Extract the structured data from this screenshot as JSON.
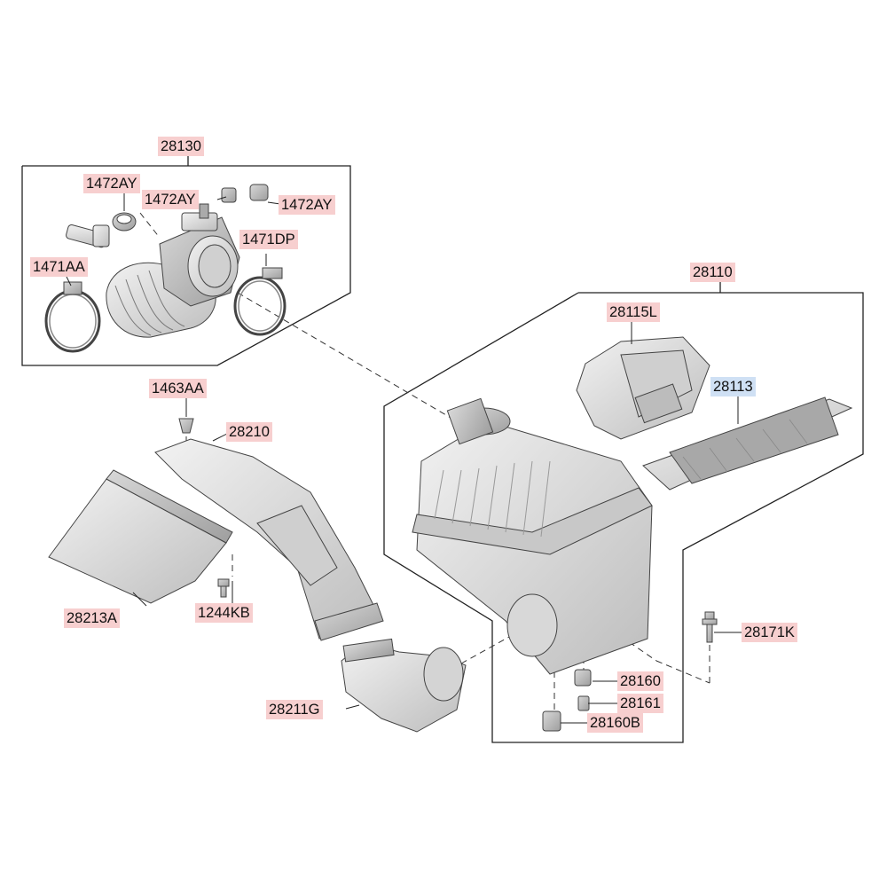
{
  "diagram": {
    "highlight_colors": {
      "part_label": "#f7cfcf",
      "selected_part_label": "#cfe0f4"
    },
    "callouts": [
      {
        "id": "28130",
        "text": "28130",
        "style": "pink"
      },
      {
        "id": "1472AY_a",
        "text": "1472AY",
        "style": "pink"
      },
      {
        "id": "1472AY_b",
        "text": "1472AY",
        "style": "pink"
      },
      {
        "id": "1472AY_c",
        "text": "1472AY",
        "style": "pink"
      },
      {
        "id": "1471DP",
        "text": "1471DP",
        "style": "pink"
      },
      {
        "id": "1471AA",
        "text": "1471AA",
        "style": "pink"
      },
      {
        "id": "28110",
        "text": "28110",
        "style": "pink"
      },
      {
        "id": "28115L",
        "text": "28115L",
        "style": "pink"
      },
      {
        "id": "28113",
        "text": "28113",
        "style": "blue"
      },
      {
        "id": "1463AA",
        "text": "1463AA",
        "style": "pink"
      },
      {
        "id": "28210",
        "text": "28210",
        "style": "pink"
      },
      {
        "id": "28213A",
        "text": "28213A",
        "style": "pink"
      },
      {
        "id": "1244KB",
        "text": "1244KB",
        "style": "pink"
      },
      {
        "id": "28211G",
        "text": "28211G",
        "style": "pink"
      },
      {
        "id": "28171K",
        "text": "28171K",
        "style": "pink"
      },
      {
        "id": "28160",
        "text": "28160",
        "style": "pink"
      },
      {
        "id": "28161",
        "text": "28161",
        "style": "pink"
      },
      {
        "id": "28160B",
        "text": "28160B",
        "style": "pink"
      }
    ]
  }
}
